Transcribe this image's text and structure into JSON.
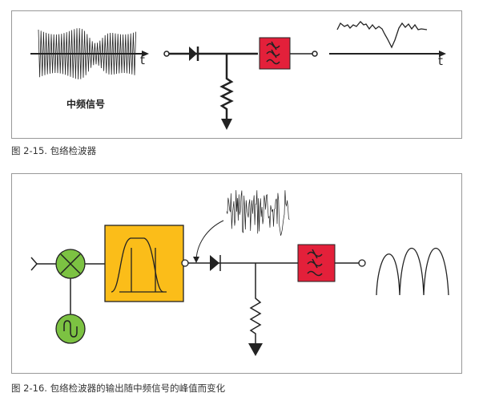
{
  "figure1": {
    "caption": "图 2-15. 包络检波器",
    "if_signal_label": "中频信号",
    "time_axis_label": "t",
    "output_time_axis_label": "t"
  },
  "figure2": {
    "caption": "图 2-16. 包络检波器的输出随中频信号的峰值而变化"
  },
  "colors": {
    "filter_red": "#e3203a",
    "bandpass_yellow": "#fbbd19",
    "mixer_green": "#7cc242"
  }
}
